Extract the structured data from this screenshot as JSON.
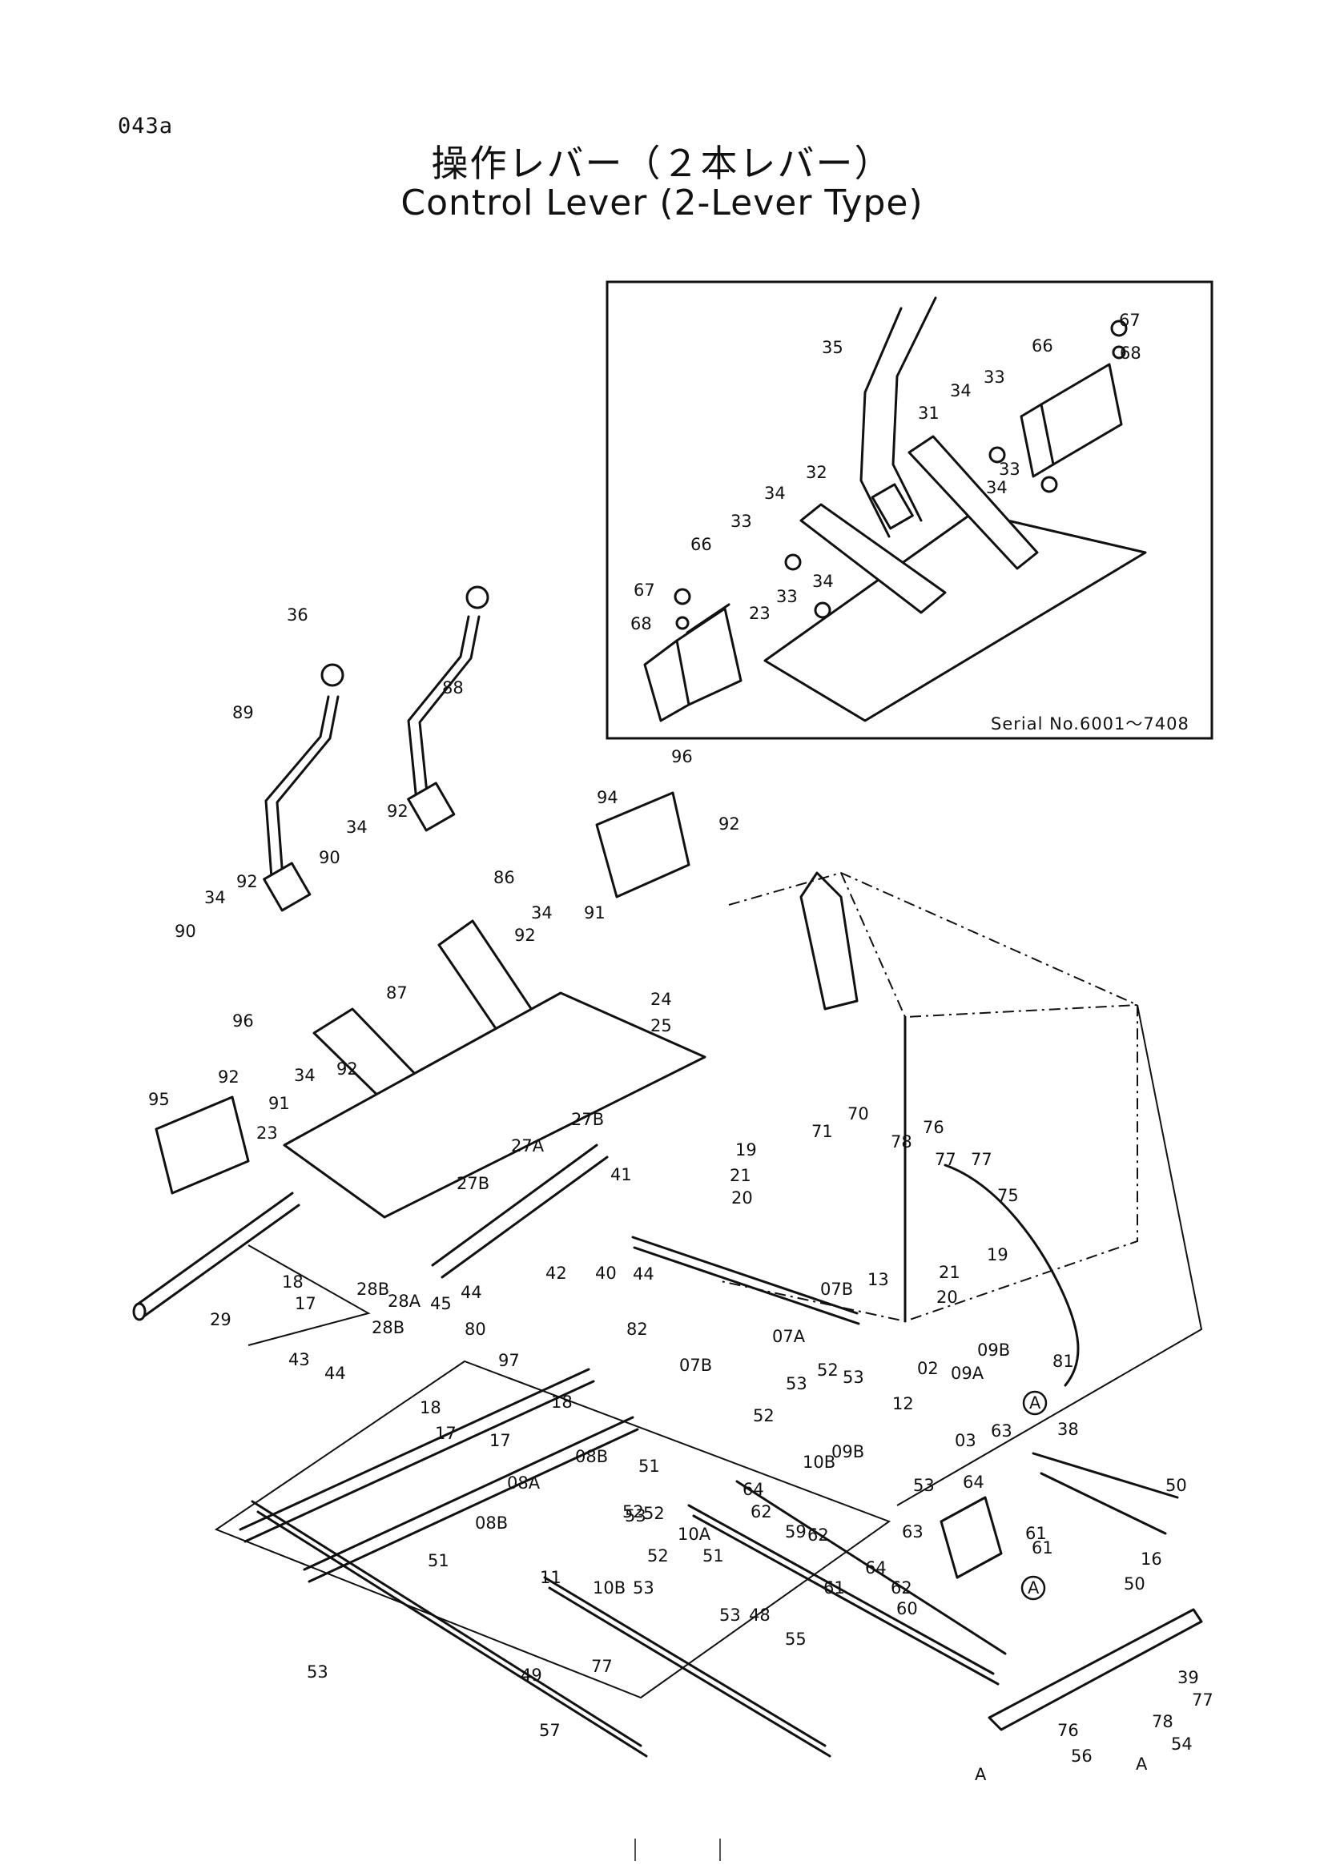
{
  "page_code": "043a",
  "title_jp": "操作レバー（２本レバー）",
  "title_en": "Control Lever (2-Lever Type)",
  "inset": {
    "serial_note": "Serial No.6001～7408",
    "labels": [
      "35",
      "67",
      "66",
      "68",
      "34",
      "33",
      "31",
      "33",
      "34",
      "32",
      "34",
      "33",
      "66",
      "67",
      "68",
      "34",
      "33",
      "23"
    ]
  },
  "main_labels": [
    "36",
    "88",
    "89",
    "92",
    "34",
    "90",
    "92",
    "34",
    "90",
    "96",
    "94",
    "92",
    "86",
    "34",
    "91",
    "92",
    "87",
    "24",
    "25",
    "96",
    "92",
    "34",
    "92",
    "95",
    "91",
    "23",
    "27A",
    "27B",
    "27B",
    "71",
    "70",
    "19",
    "78",
    "76",
    "77",
    "21",
    "20",
    "41",
    "77",
    "75",
    "29",
    "18",
    "17",
    "28B",
    "42",
    "40",
    "44",
    "19",
    "28A",
    "45",
    "44",
    "13",
    "21",
    "20",
    "28B",
    "43",
    "44",
    "80",
    "07B",
    "97",
    "82",
    "07A",
    "07B",
    "09B",
    "02",
    "09A",
    "81",
    "52",
    "53",
    "18",
    "12",
    "17",
    "18",
    "03",
    "17",
    "53",
    "09B",
    "52",
    "10B",
    "63",
    "38",
    "08B",
    "51",
    "08A",
    "52",
    "53",
    "64",
    "62",
    "50",
    "64",
    "53",
    "08B",
    "52",
    "61",
    "59",
    "62",
    "61",
    "51",
    "52",
    "51",
    "63",
    "11",
    "10B",
    "53",
    "10A",
    "53",
    "61",
    "64",
    "62",
    "60",
    "50",
    "48",
    "55",
    "16",
    "53",
    "49",
    "77",
    "39",
    "57",
    "76",
    "56",
    "77",
    "78",
    "54",
    "A",
    "A"
  ]
}
